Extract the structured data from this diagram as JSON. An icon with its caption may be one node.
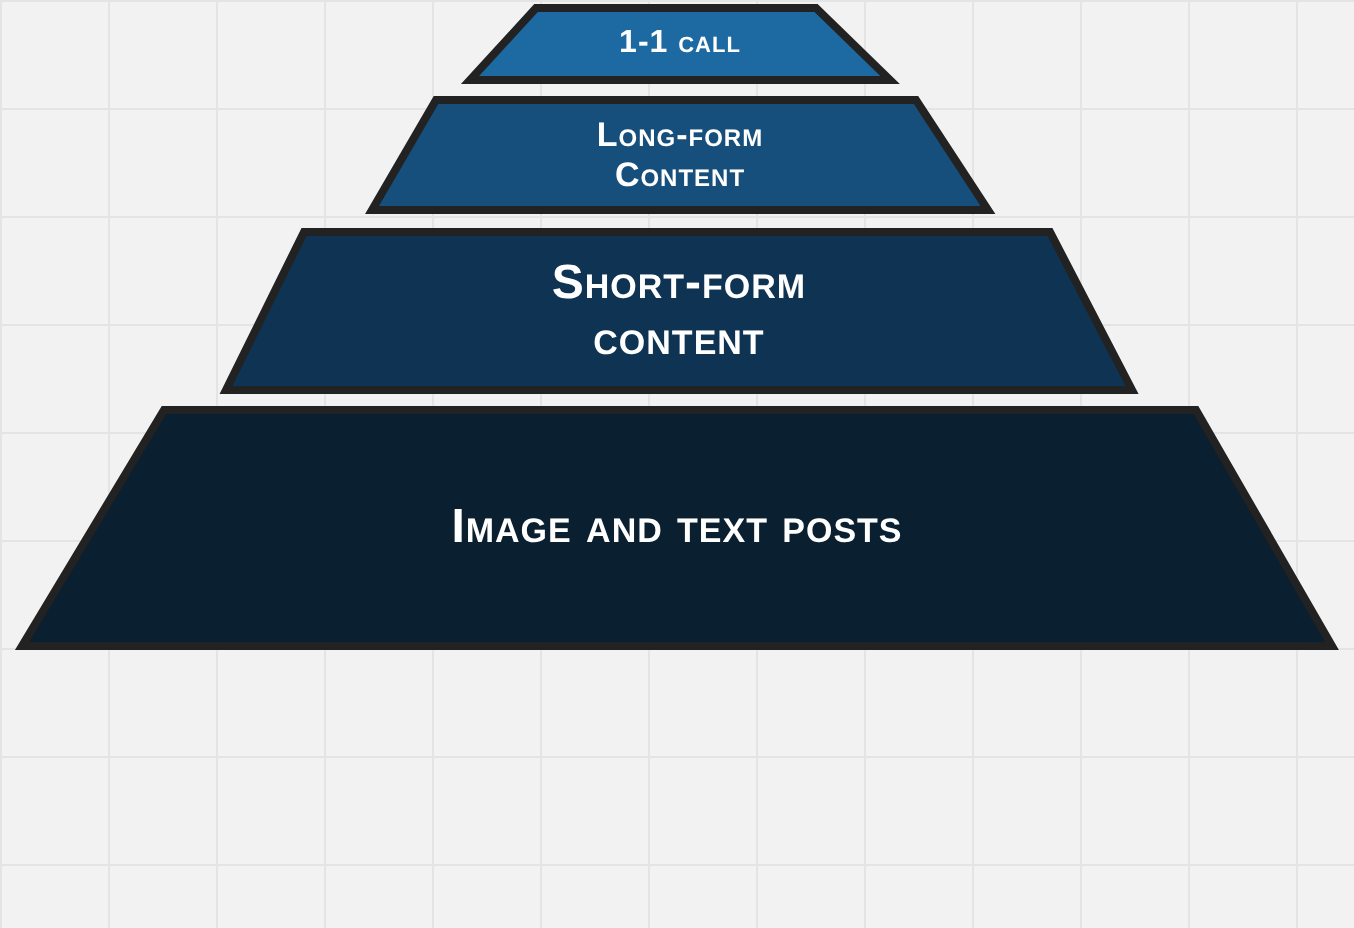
{
  "diagram": {
    "nodes": [
      {
        "text": [
          "1-1 call"
        ]
      },
      {
        "text": [
          "Long-form Content"
        ]
      },
      {
        "text": [
          "Short-form content"
        ]
      },
      {
        "text": [
          "Image and text posts"
        ]
      }
    ]
  }
}
